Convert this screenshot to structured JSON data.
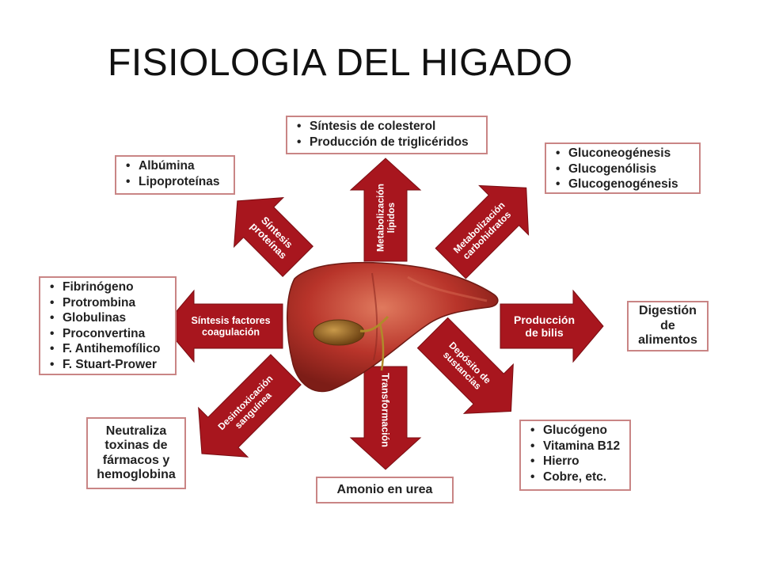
{
  "title": "FISIOLOGIA DEL HIGADO",
  "colors": {
    "arrow": "#a8161e",
    "arrow_text": "#ffffff",
    "liver": "#b8342a",
    "gallbladder": "#8a5a1c",
    "box_border": "#c98585"
  },
  "center_icon": "liver-organ-icon",
  "functions": {
    "lipid": {
      "arrow": [
        "Metabolización",
        "lípidos"
      ],
      "items": [
        "Síntesis de colesterol",
        "Producción de triglicéridos"
      ]
    },
    "carbs": {
      "arrow": [
        "Metabolización",
        "carbohidratos"
      ],
      "items": [
        "Gluconeogénesis",
        "Glucogenólisis",
        "Glucogenogénesis"
      ]
    },
    "protein": {
      "arrow": [
        "Síntesis",
        "proteínas"
      ],
      "items": [
        "Albúmina",
        "Lipoproteínas"
      ]
    },
    "coag": {
      "arrow": [
        "Síntesis factores",
        "coagulación"
      ],
      "items": [
        "Fibrinógeno",
        "Protrombina",
        "Globulinas",
        "Proconvertina",
        "F. Antihemofílico",
        "F. Stuart-Prower"
      ]
    },
    "bile": {
      "arrow": [
        "Producción",
        "de bilis"
      ],
      "result": [
        "Digestión",
        "de",
        "alimentos"
      ]
    },
    "detox": {
      "arrow": [
        "Desintoxicación",
        "sanguínea"
      ],
      "result": [
        "Neutraliza",
        "toxinas de",
        "fármacos y",
        "hemoglobina"
      ]
    },
    "transform": {
      "arrow": [
        "Transformación"
      ],
      "result": [
        "Amonio en urea"
      ]
    },
    "storage": {
      "arrow": [
        "Depósito de",
        "sustancias"
      ],
      "items": [
        "Glucógeno",
        "Vitamina B12",
        "Hierro",
        "Cobre, etc."
      ]
    }
  }
}
